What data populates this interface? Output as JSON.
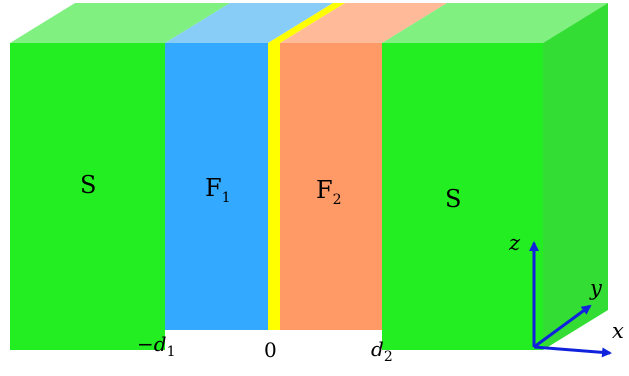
{
  "layers": [
    {
      "id": "s-left",
      "label": "S",
      "sub": ""
    },
    {
      "id": "f1",
      "label": "F",
      "sub": "1"
    },
    {
      "id": "interface",
      "label": "",
      "sub": ""
    },
    {
      "id": "f2",
      "label": "F",
      "sub": "2"
    },
    {
      "id": "s-right",
      "label": "S",
      "sub": ""
    }
  ],
  "positions": {
    "minus_d1": {
      "text": "−d",
      "sub": "1"
    },
    "zero": {
      "text": "0",
      "sub": ""
    },
    "d2": {
      "text": "d",
      "sub": "2"
    }
  },
  "axes": {
    "x": "x",
    "y": "y",
    "z": "z"
  },
  "colors": {
    "superconductor_front": "#22ee22",
    "superconductor_top": "#80f080",
    "superconductor_side": "#33dd33",
    "f1_front": "#33aaff",
    "f1_top": "#88ccf8",
    "interface": "#ffff00",
    "f2_front": "#ff9966",
    "f2_top": "#ffbb99",
    "axes": "#1122dd"
  }
}
